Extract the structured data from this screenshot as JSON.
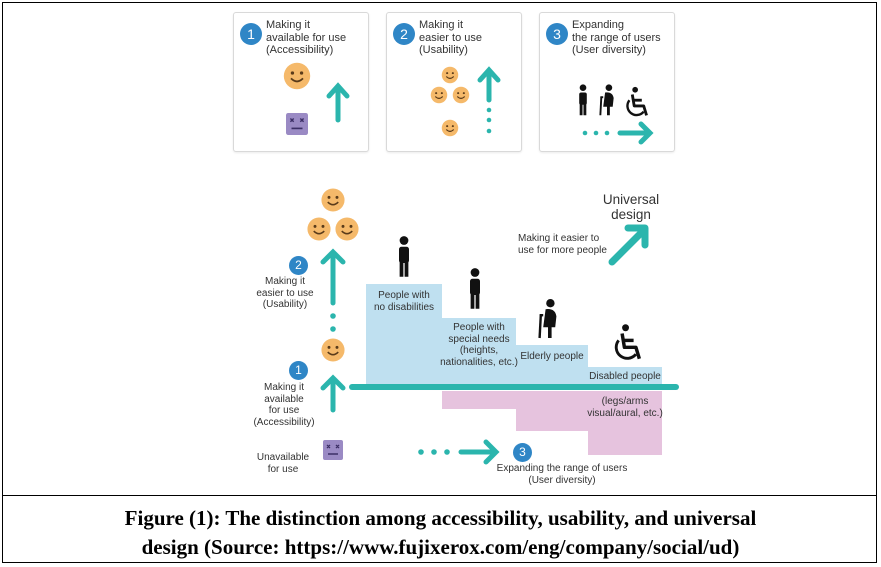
{
  "cards": [
    {
      "number": "1",
      "title": "Making it\navailable for use\n(Accessibility)"
    },
    {
      "number": "2",
      "title": "Making it\neasier to use\n(Usability)"
    },
    {
      "number": "3",
      "title": "Expanding\nthe range of users\n(User diversity)"
    }
  ],
  "diagram": {
    "step1": {
      "number": "1",
      "label": "Making it\navailable\nfor use\n(Accessibility)"
    },
    "step2": {
      "number": "2",
      "label": "Making it\neasier to use\n(Usability)"
    },
    "step3": {
      "number": "3",
      "label": "Expanding the range of users\n(User diversity)"
    },
    "unavailable": "Unavailable\nfor use",
    "universal": "Universal\ndesign",
    "easier_more": "Making it easier to\nuse for more people",
    "groups": [
      {
        "label": "People with\nno disabilities"
      },
      {
        "label": "People with\nspecial needs\n(heights,\nnationalities, etc.)"
      },
      {
        "label": "Elderly people"
      },
      {
        "label": "Disabled people"
      }
    ],
    "disabled_detail": "(legs/arms\nvisual/aural, etc.)"
  },
  "colors": {
    "accent": "#2bb5ad",
    "blue": "#2f86c6",
    "face": "#f5b96a",
    "sad": "#9a8ac4",
    "steps_blue": "#bfe0f0",
    "steps_pink": "#e6c3de"
  },
  "caption": {
    "line1": "Figure (1): The distinction among accessibility, usability, and universal",
    "line2": "design (Source: https://www.fujixerox.com/eng/company/social/ud)"
  }
}
